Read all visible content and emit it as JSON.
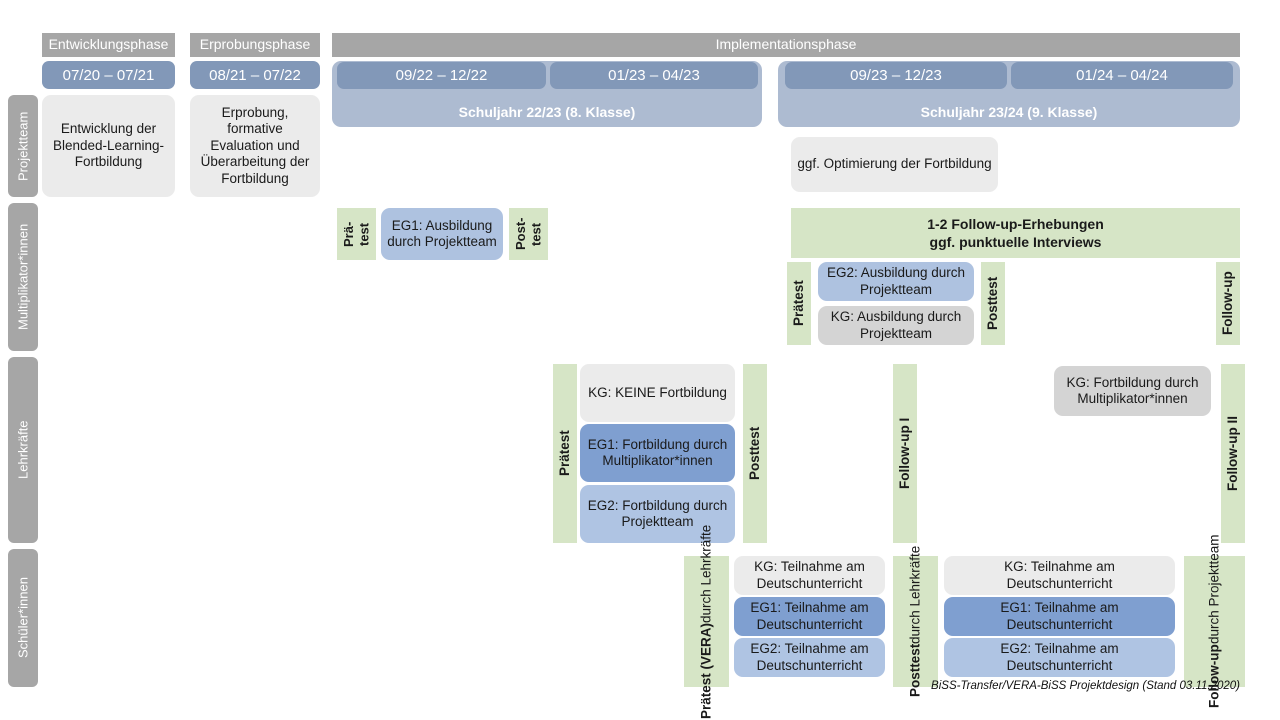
{
  "footer": {
    "credit": "BiSS-Transfer/VERA-BiSS Projektdesign (Stand 03.11.2020)"
  },
  "colors": {
    "phase_bar": "#a6a6a6",
    "period_pill": "#8298b8",
    "schoolyear_band": "#adbbd1",
    "row_label": "#a6a6a6",
    "green_test": "#d6e5c6",
    "grey_light": "#ebebeb",
    "grey": "#d4d4d4",
    "blue_mid": "#aec2e0",
    "blue_dark": "#7f9fd0",
    "blue_light": "#afc4e3"
  },
  "phases": [
    {
      "label": "Entwicklungsphase"
    },
    {
      "label": "Erprobungsphase"
    },
    {
      "label": "Implementationsphase"
    }
  ],
  "periods": [
    {
      "label": "07/20 – 07/21"
    },
    {
      "label": "08/21 – 07/22"
    },
    {
      "label": "09/22 – 12/22"
    },
    {
      "label": "01/23 – 04/23"
    },
    {
      "label": "09/23 – 12/23"
    },
    {
      "label": "01/24 – 04/24"
    }
  ],
  "schoolyears": [
    {
      "label": "Schuljahr 22/23 (8. Klasse)"
    },
    {
      "label": "Schuljahr 23/24 (9. Klasse)"
    }
  ],
  "rows": [
    {
      "label": "Projektteam"
    },
    {
      "label": "Multiplikator*innen"
    },
    {
      "label": "Lehrkräfte"
    },
    {
      "label": "Schüler*innen"
    }
  ],
  "projektteam": {
    "entwicklung": "Entwicklung der Blended-Learning-Fortbildung",
    "erprobung": "Erprobung, formative Evaluation und Überarbeitung der Fortbildung",
    "optimierung": "ggf. Optimierung der Fortbildung"
  },
  "multiplikatoren": {
    "praetest_short": "Prä-\ntest",
    "posttest_short": "Post-\ntest",
    "eg1": "EG1: Ausbildung durch Projektteam",
    "followup_bar_line1": "1-2 Follow-up-Erhebungen",
    "followup_bar_line2": "ggf. punktuelle Interviews",
    "praetest": "Prätest",
    "posttest": "Posttest",
    "followup": "Follow-up",
    "eg2": "EG2: Ausbildung durch Projektteam",
    "kg": "KG: Ausbildung durch Projektteam"
  },
  "lehrkraefte": {
    "praetest": "Prätest",
    "posttest": "Posttest",
    "followup1": "Follow-up I",
    "followup2": "Follow-up II",
    "kg_keine": "KG:  KEINE Fortbildung",
    "eg1": "EG1: Fortbildung durch Multiplikator*innen",
    "eg2": "EG2: Fortbildung durch Projektteam",
    "kg_spaet": "KG: Fortbildung durch Multiplikator*innen"
  },
  "schueler": {
    "praetest_main": "Prätest (VERA)",
    "praetest_sub": "durch Lehrkräfte",
    "posttest_main": "Posttest",
    "posttest_sub": "durch Lehrkräfte",
    "followup_main": "Follow-up",
    "followup_sub": "durch Projektteam",
    "left": {
      "kg": "KG: Teilnahme am Deutschunterricht",
      "eg1": "EG1: Teilnahme am Deutschunterricht",
      "eg2": "EG2: Teilnahme am Deutschunterricht"
    },
    "right": {
      "kg": "KG: Teilnahme am Deutschunterricht",
      "eg1": "EG1: Teilnahme am Deutschunterricht",
      "eg2": "EG2: Teilnahme am Deutschunterricht"
    }
  }
}
